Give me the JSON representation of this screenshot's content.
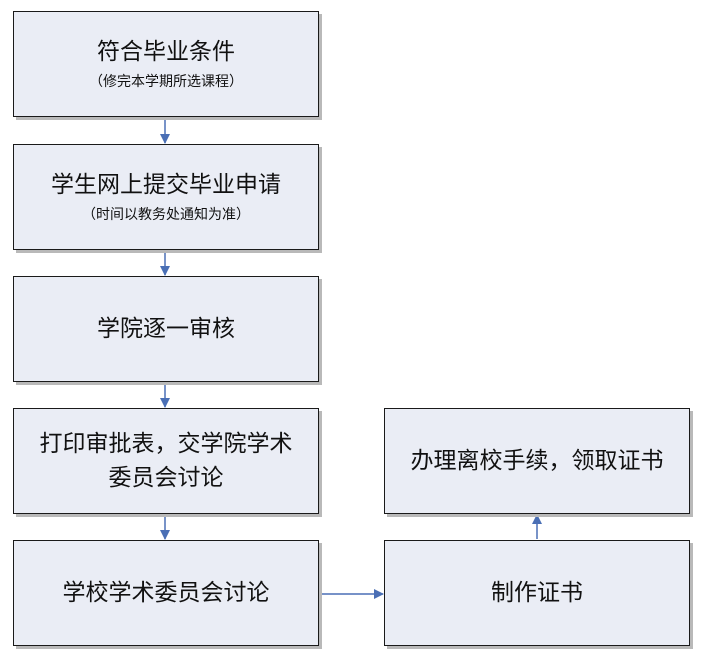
{
  "steps": [
    {
      "main": "符合毕业条件",
      "sub": "（修完本学期所选课程）"
    },
    {
      "main": "学生网上提交毕业申请",
      "sub": "（时间以教务处通知为准）"
    },
    {
      "main": "学院逐一审核"
    },
    {
      "main_line1": "打印审批表，交学院学术",
      "main_line2": "委员会讨论"
    },
    {
      "main": "学校学术委员会讨论"
    },
    {
      "main": "制作证书"
    },
    {
      "main": "办理离校手续，领取证书"
    }
  ],
  "colors": {
    "box_fill": "#eaedf5",
    "box_border": "#1a1a1a",
    "arrow": "#4a6fb5"
  }
}
